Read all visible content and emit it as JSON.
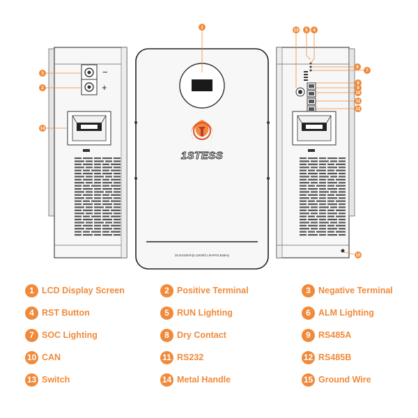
{
  "brand": {
    "logo_text": "1STESS"
  },
  "front_panel": {
    "label": "25.6V/200Ah(5.12KWh) LiFePO4 Battery"
  },
  "terminals": {
    "negative_symbol": "−",
    "positive_symbol": "+"
  },
  "callouts": [
    "1",
    "2",
    "3",
    "4",
    "5",
    "6",
    "7",
    "8",
    "9",
    "10",
    "11",
    "12",
    "13",
    "14",
    "15"
  ],
  "legend": [
    {
      "num": "1",
      "label": "LCD Display Screen"
    },
    {
      "num": "2",
      "label": "Positive Terminal"
    },
    {
      "num": "3",
      "label": "Negative Terminal"
    },
    {
      "num": "4",
      "label": "RST Button"
    },
    {
      "num": "5",
      "label": "RUN Lighting"
    },
    {
      "num": "6",
      "label": "ALM Lighting"
    },
    {
      "num": "7",
      "label": "SOC Lighting"
    },
    {
      "num": "8",
      "label": "Dry Contact"
    },
    {
      "num": "9",
      "label": "RS485A"
    },
    {
      "num": "10",
      "label": "CAN"
    },
    {
      "num": "11",
      "label": "RS232"
    },
    {
      "num": "12",
      "label": "RS485B"
    },
    {
      "num": "13",
      "label": "Switch"
    },
    {
      "num": "14",
      "label": "Metal Handle"
    },
    {
      "num": "15",
      "label": "Ground Wire"
    }
  ],
  "colors": {
    "accent": "#f08a3a",
    "outline": "#444444",
    "body": "#f7f7f7"
  }
}
